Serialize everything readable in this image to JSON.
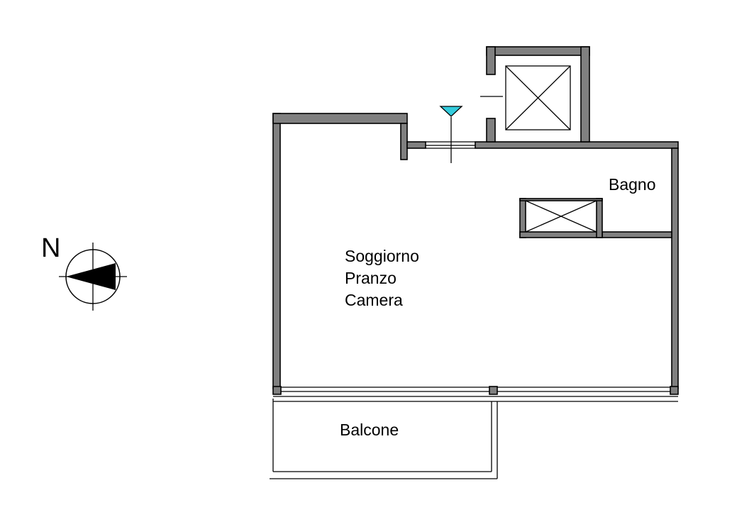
{
  "plan": {
    "north_label": "N",
    "rooms": {
      "living": [
        "Soggiorno",
        "Pranzo",
        "Camera"
      ],
      "bathroom": "Bagno",
      "balcony": "Balcone"
    },
    "colors": {
      "wall_fill": "#808080",
      "outline": "#000000",
      "entrance_marker": "#33ccdd",
      "background": "#ffffff"
    },
    "icons": {
      "compass": "north-arrow-icon",
      "entrance": "entrance-triangle-icon",
      "lift_shaft": "crossed-box-icon",
      "bath_shaft": "crossed-box-icon"
    }
  }
}
